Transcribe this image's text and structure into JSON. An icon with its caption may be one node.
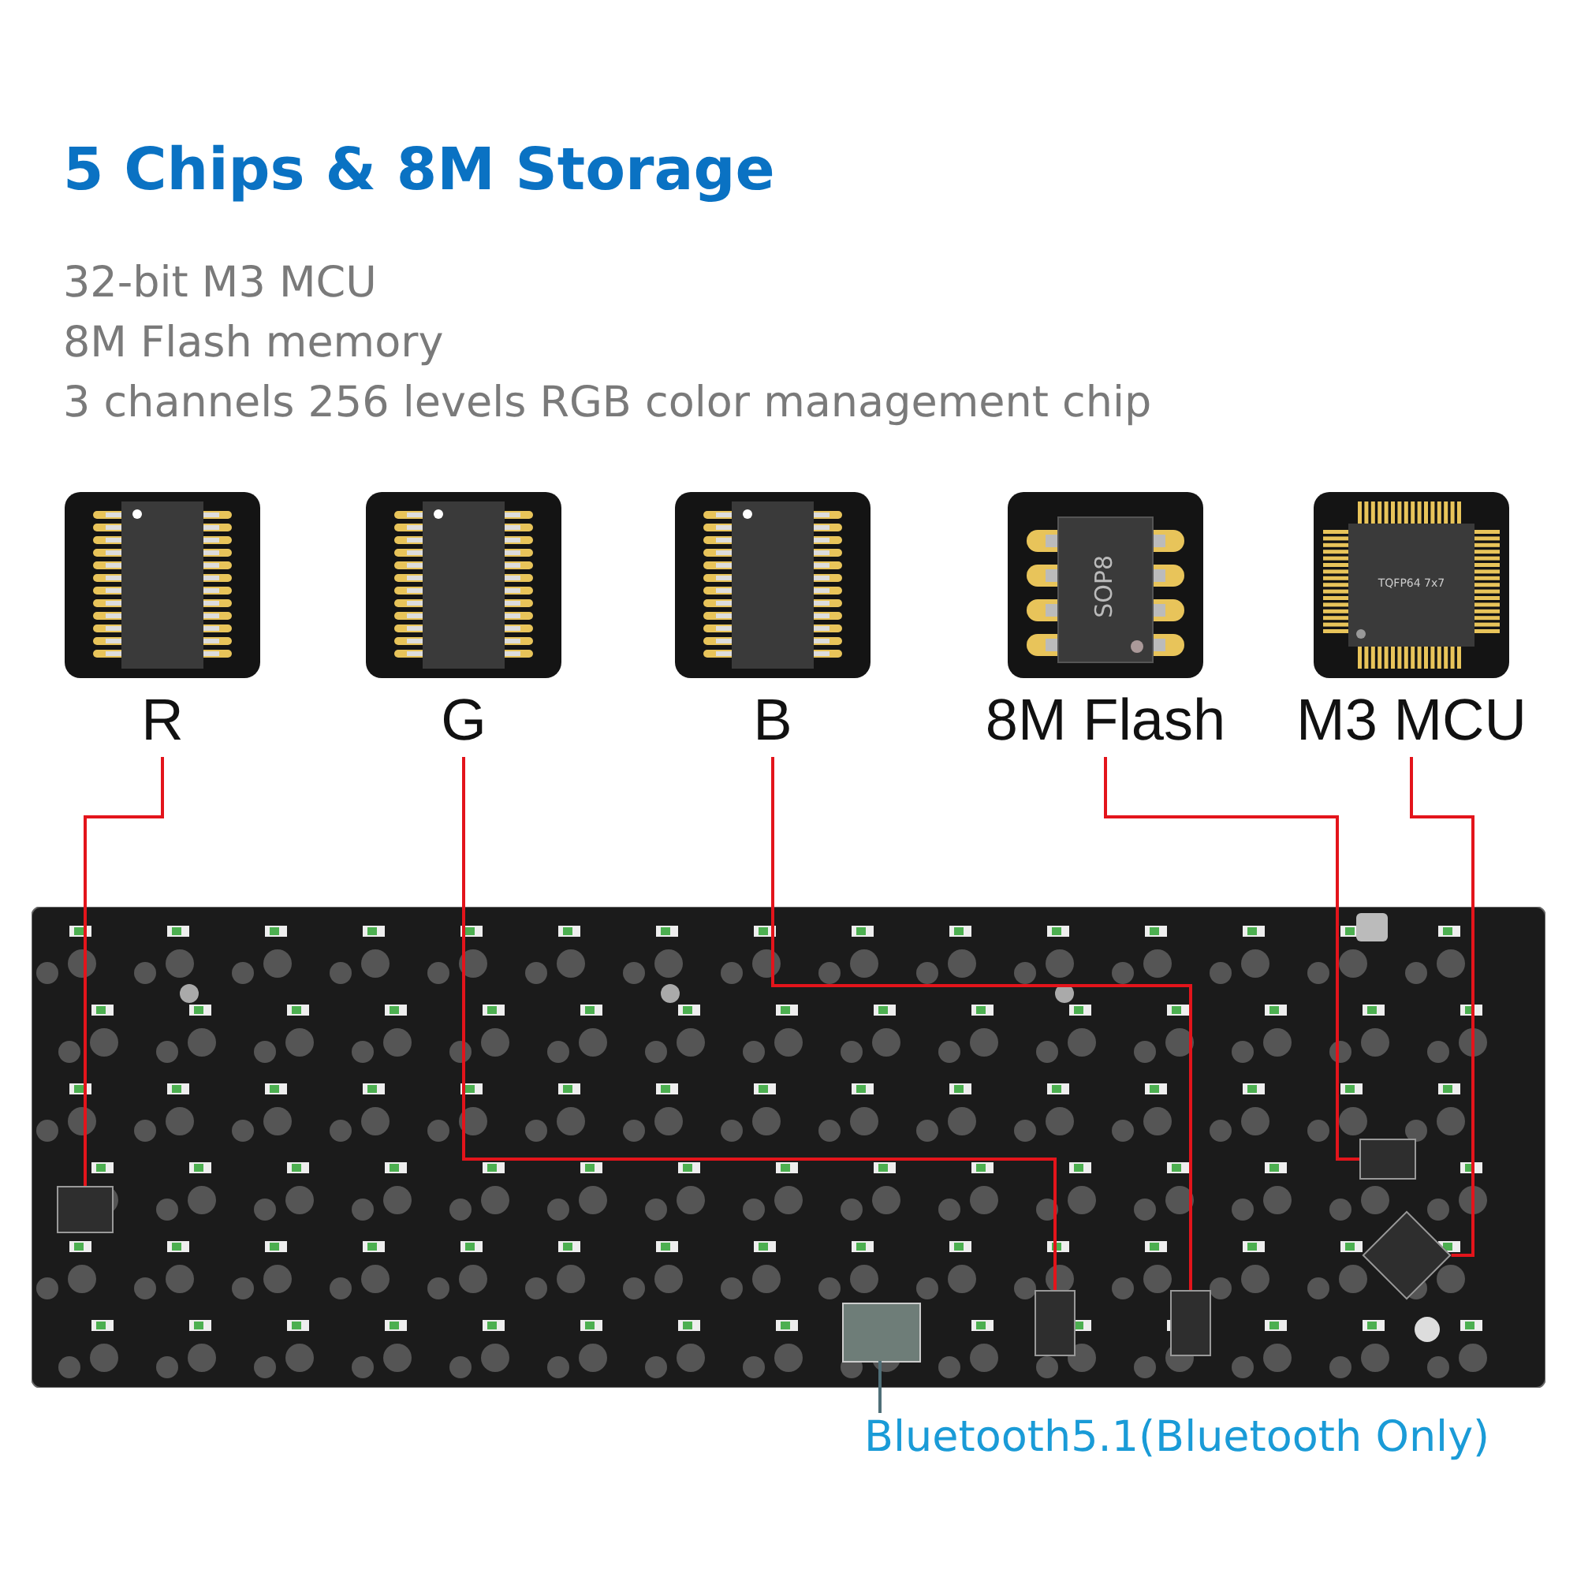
{
  "diagram": {
    "title": "5 Chips & 8M Storage",
    "nodes": [
      {
        "text": [
          "R"
        ]
      },
      {
        "text": [
          "G"
        ]
      },
      {
        "text": [
          "B"
        ]
      },
      {
        "text": [
          "SOP8",
          "8M Flash"
        ]
      },
      {
        "text": [
          "TQFP64 7x7",
          "M3 MCU"
        ]
      },
      {
        "text": [],
        "shape": "picture"
      },
      {
        "text": [],
        "shape": "box",
        "in": 5
      },
      {
        "text": [],
        "shape": "box",
        "in": 5
      },
      {
        "text": [],
        "shape": "box",
        "in": 5
      },
      {
        "text": [],
        "shape": "box",
        "in": 5
      },
      {
        "text": [],
        "shape": "box",
        "in": 5
      },
      {
        "text": [],
        "shape": "box",
        "in": 5
      },
      {
        "text": [
          "Bluetooth5.1(Bluetooth Only)"
        ]
      }
    ],
    "edges": [
      {
        "from": 0,
        "to": 6,
        "arrow": "none"
      },
      {
        "from": 1,
        "to": 8,
        "arrow": "none"
      },
      {
        "from": 2,
        "to": 9,
        "arrow": "none"
      },
      {
        "from": 3,
        "to": 10,
        "arrow": "none"
      },
      {
        "from": 4,
        "to": 11,
        "arrow": "none"
      },
      {
        "from": 12,
        "to": 7,
        "arrow": "none",
        "color": "#4f6f78"
      }
    ],
    "labels": [
      "32-bit M3 MCU",
      "8M Flash memory",
      "3 channels 256 levels RGB color management chip"
    ]
  }
}
